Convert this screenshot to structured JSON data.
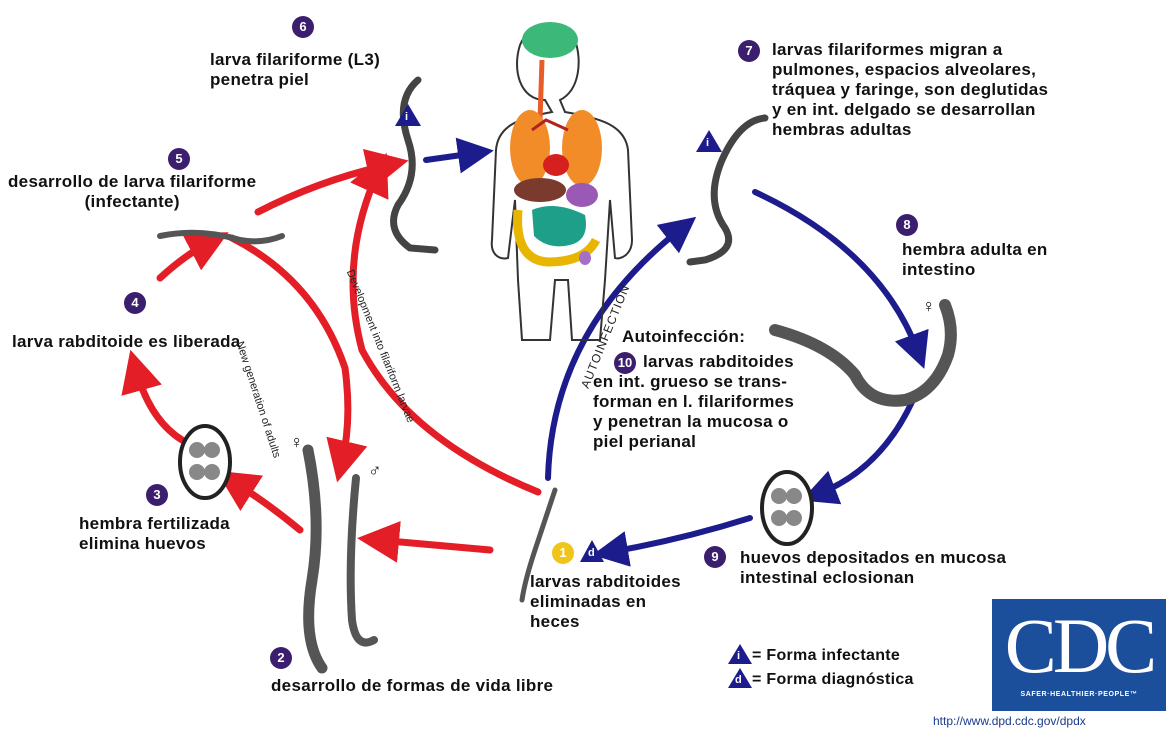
{
  "steps": {
    "s1": {
      "num": "1"
    },
    "s2": {
      "num": "2",
      "text": "desarrollo de formas de vida libre"
    },
    "s3": {
      "num": "3",
      "text": "hembra fertilizada\nelimina huevos"
    },
    "s4": {
      "num": "4",
      "text": "larva rabditoide es liberada"
    },
    "s5": {
      "num": "5",
      "text": "desarrollo de larva filariforme\n(infectante)"
    },
    "s6": {
      "num": "6",
      "text": "larva filariforme (L3)\npenetra piel"
    },
    "s7": {
      "num": "7",
      "text": "larvas filariformes migran a\npulmones, espacios alveolares,\ntráquea y faringe, son deglutidas\ny en int. delgado se desarrollan\nhembras adultas"
    },
    "s8": {
      "num": "8",
      "text": "hembra adulta en\nintestino"
    },
    "s9": {
      "num": "9",
      "text": "huevos depositados en mucosa\nintestinal eclosionan"
    },
    "s10": {
      "num": "10",
      "title": "Autoinfección:",
      "text": "larvas rabditoides\nen int. grueso se trans-\nforman en l. filariformes\ny penetran la mucosa o\npiel perianal"
    }
  },
  "feces_label": "larvas rabditoides\neliminadas en\nheces",
  "diagonal_labels": {
    "new_generation": "New generation of adults",
    "development": "Development into filariform larvae",
    "autoinfection": "AUTOINFECTION"
  },
  "legend": {
    "infectante_symbol": "i",
    "infectante": "= Forma infectante",
    "diagnostica_symbol": "d",
    "diagnostica": "= Forma diagnóstica"
  },
  "sex_symbols": {
    "female": "♀",
    "male": "♂"
  },
  "logo": {
    "text": "CDC",
    "tagline": "SAFER·HEALTHIER·PEOPLE™"
  },
  "url": "http://www.dpd.cdc.gov/dpdx",
  "colors": {
    "red_arrow": "#e41e26",
    "blue_arrow": "#1c1c8c",
    "step_circle": "#3b1f6e",
    "logo_bg": "#1b4f9c"
  }
}
